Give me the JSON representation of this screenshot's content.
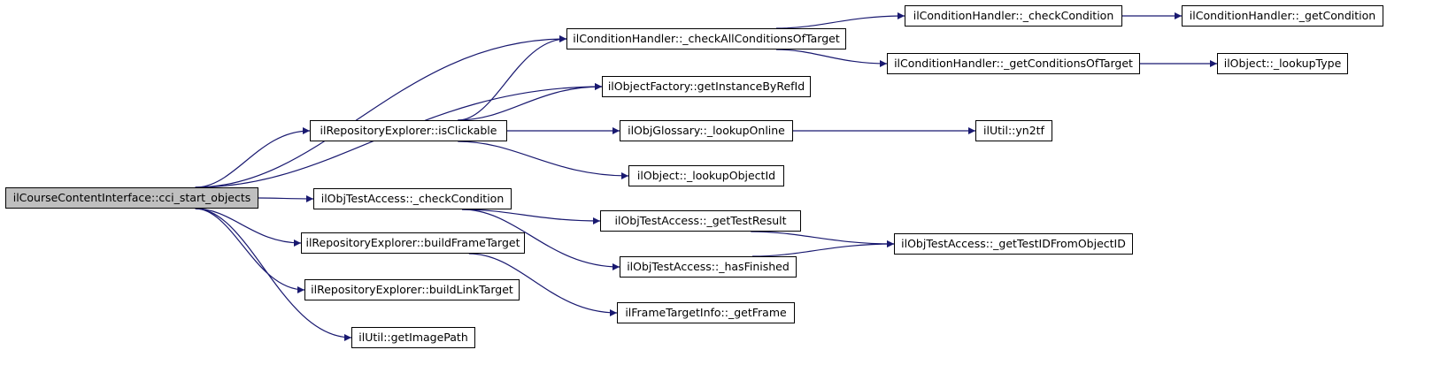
{
  "graph": {
    "colors": {
      "edge": "#191970",
      "root_fill": "#bfbfbf",
      "node_fill": "#ffffff",
      "border": "#000000"
    },
    "nodes": {
      "cci_start_objects": "ilCourseContentInterface::cci_start_objects",
      "checkAllConditionsOfTarget": "ilConditionHandler::_checkAllConditionsOfTarget",
      "checkCondition": "ilConditionHandler::_checkCondition",
      "getCondition": "ilConditionHandler::_getCondition",
      "getConditionsOfTarget": "ilConditionHandler::_getConditionsOfTarget",
      "lookupType": "ilObject::_lookupType",
      "getInstanceByRefId": "ilObjectFactory::getInstanceByRefId",
      "isClickable": "ilRepositoryExplorer::isClickable",
      "lookupOnline": "ilObjGlossary::_lookupOnline",
      "yn2tf": "ilUtil::yn2tf",
      "lookupObjectId": "ilObject::_lookupObjectId",
      "testCheckCondition": "ilObjTestAccess::_checkCondition",
      "getTestResult": "ilObjTestAccess::_getTestResult",
      "getTestIDFromObjectID": "ilObjTestAccess::_getTestIDFromObjectID",
      "buildFrameTarget": "ilRepositoryExplorer::buildFrameTarget",
      "hasFinished": "ilObjTestAccess::_hasFinished",
      "buildLinkTarget": "ilRepositoryExplorer::buildLinkTarget",
      "getFrame": "ilFrameTargetInfo::_getFrame",
      "getImagePath": "ilUtil::getImagePath"
    },
    "edges": [
      [
        "cci_start_objects",
        "checkAllConditionsOfTarget"
      ],
      [
        "cci_start_objects",
        "getInstanceByRefId"
      ],
      [
        "cci_start_objects",
        "isClickable"
      ],
      [
        "cci_start_objects",
        "testCheckCondition"
      ],
      [
        "cci_start_objects",
        "buildFrameTarget"
      ],
      [
        "cci_start_objects",
        "buildLinkTarget"
      ],
      [
        "cci_start_objects",
        "getImagePath"
      ],
      [
        "checkAllConditionsOfTarget",
        "checkCondition"
      ],
      [
        "checkAllConditionsOfTarget",
        "getConditionsOfTarget"
      ],
      [
        "checkCondition",
        "getCondition"
      ],
      [
        "getConditionsOfTarget",
        "lookupType"
      ],
      [
        "isClickable",
        "checkAllConditionsOfTarget"
      ],
      [
        "isClickable",
        "getInstanceByRefId"
      ],
      [
        "isClickable",
        "lookupOnline"
      ],
      [
        "isClickable",
        "lookupObjectId"
      ],
      [
        "lookupOnline",
        "yn2tf"
      ],
      [
        "testCheckCondition",
        "getTestResult"
      ],
      [
        "testCheckCondition",
        "hasFinished"
      ],
      [
        "getTestResult",
        "getTestIDFromObjectID"
      ],
      [
        "hasFinished",
        "getTestIDFromObjectID"
      ],
      [
        "buildFrameTarget",
        "getFrame"
      ]
    ]
  }
}
